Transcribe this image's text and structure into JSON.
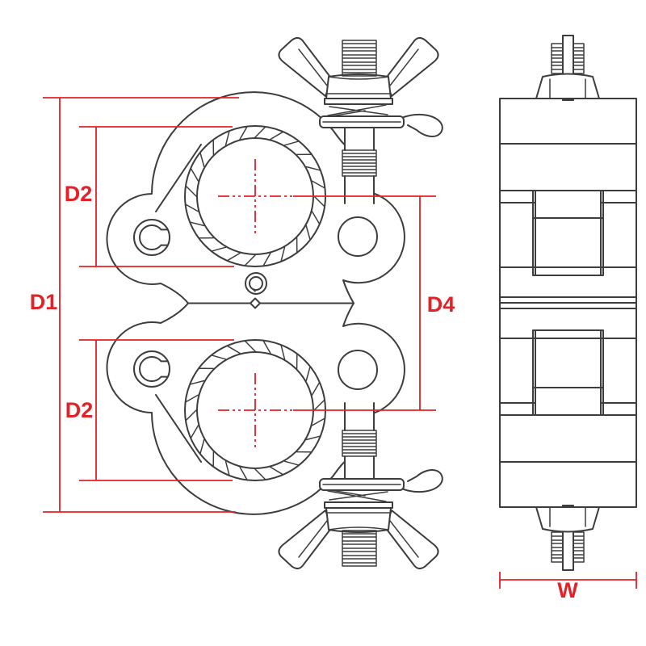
{
  "colors": {
    "background": "#ffffff",
    "line": "#3d3d3d",
    "dimension": "#e42127"
  },
  "dimensions": {
    "d1": {
      "label": "D1",
      "orientation": "vertical",
      "measures": "overall height of coupler front view"
    },
    "d2_top": {
      "label": "D2",
      "orientation": "vertical",
      "measures": "top tube opening diameter"
    },
    "d2_bottom": {
      "label": "D2",
      "orientation": "vertical",
      "measures": "bottom tube opening diameter"
    },
    "d4": {
      "label": "D4",
      "orientation": "vertical",
      "measures": "distance between tube centerlines"
    },
    "w": {
      "label": "W",
      "orientation": "horizontal",
      "measures": "body width of coupler side view"
    }
  }
}
